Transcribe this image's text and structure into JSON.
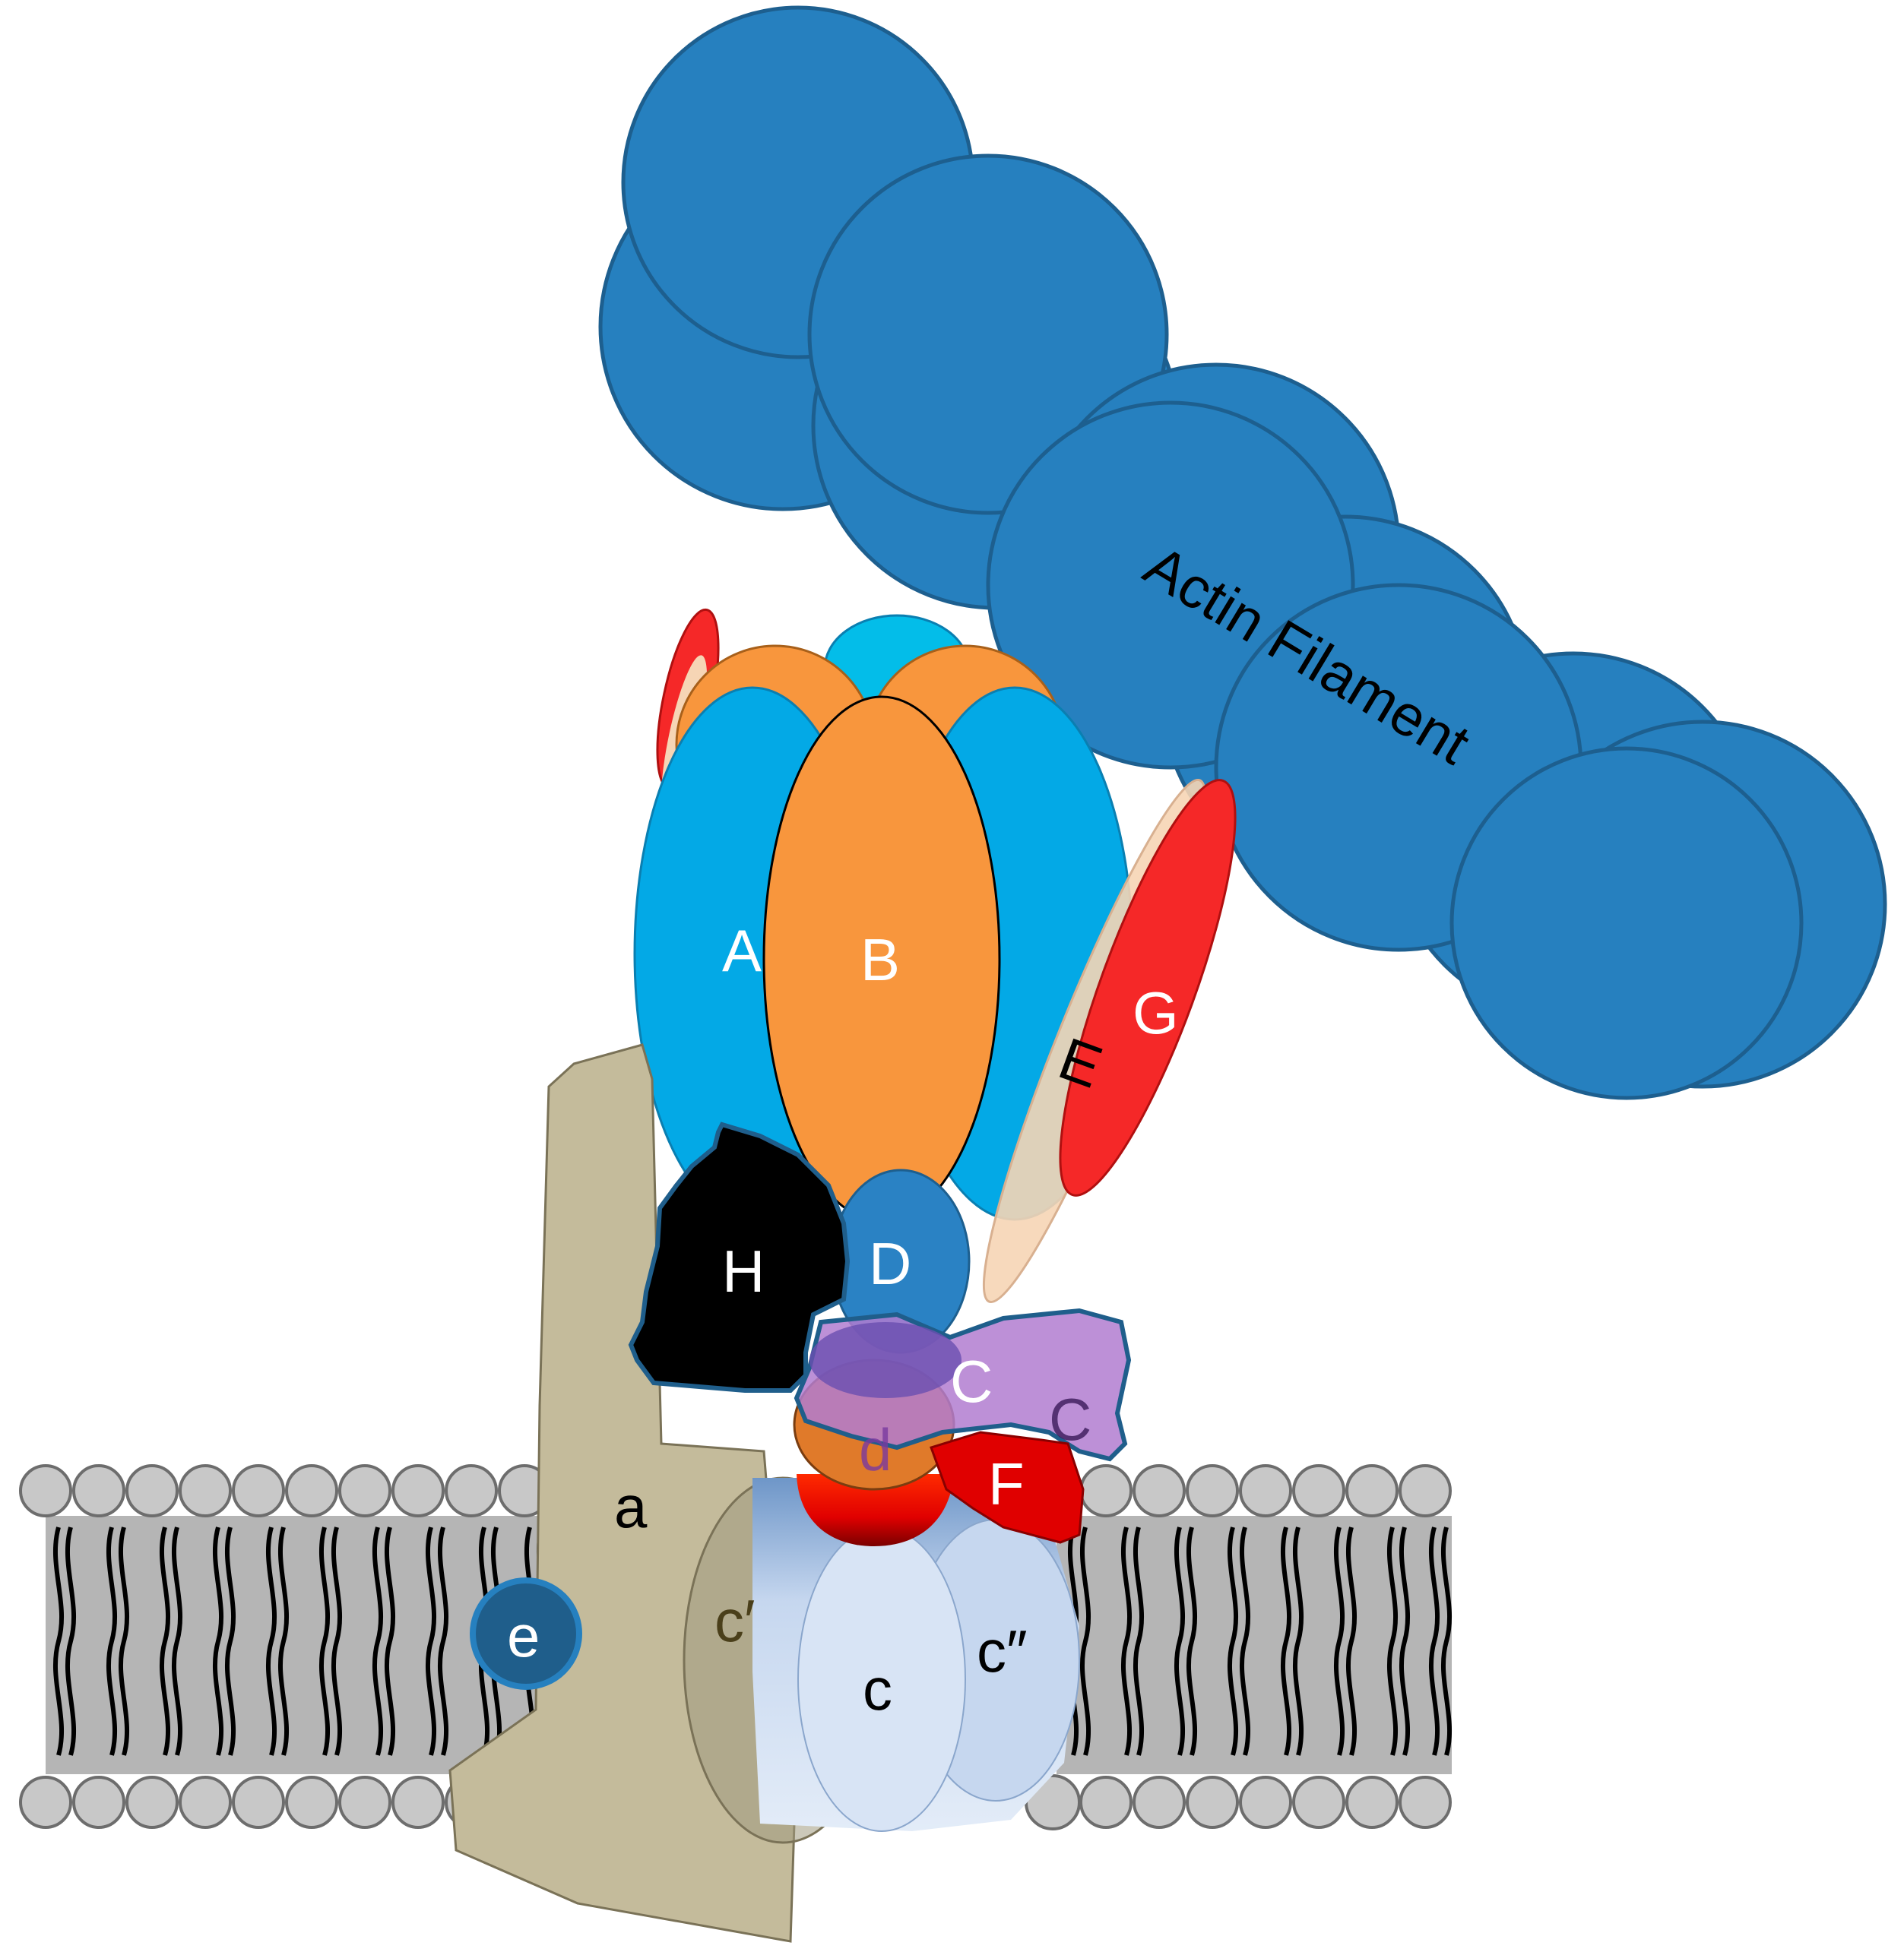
{
  "diagram": {
    "labels": {
      "actin": "Actin Filament",
      "A": "A",
      "B": "B",
      "D": "D",
      "E": "E",
      "G": "G",
      "H": "H",
      "C": "C",
      "d": "d",
      "F": "F",
      "a": "a",
      "e": "e",
      "c_left": "c′",
      "c_center": "c",
      "c_right": "c″",
      "c_purple": "C"
    },
    "colors": {
      "actin": "#2680bf",
      "actin_stroke": "#1d5f8f",
      "subunit_A": "#03a9e6",
      "subunit_B": "#f8963d",
      "subunit_D": "#2a82c4",
      "subunit_G": "#f52828",
      "subunit_E": "#f6d5b5",
      "subunit_H": "#000000",
      "subunit_C": "#c094d6",
      "subunit_F": "#e00000",
      "subunit_a": "#c4bb9b",
      "subunit_e": "#1f5e8b",
      "c_ring": "#c6d7ef",
      "lipid_head": "#c8c8c8"
    }
  }
}
